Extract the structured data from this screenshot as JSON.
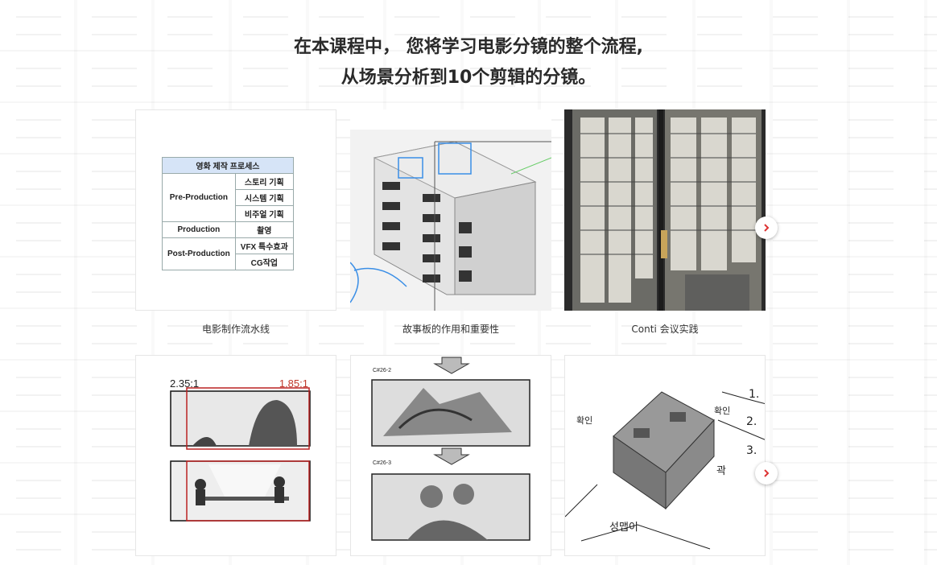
{
  "headline": {
    "line1": "在本课程中， 您将学习电影分镜的整个流程,",
    "line2": "从场景分析到10个剪辑的分镜。"
  },
  "cards_row1": [
    {
      "caption": "电影制作流水线"
    },
    {
      "caption": "故事板的作用和重要性"
    },
    {
      "caption": "Conti 会议实践"
    }
  ],
  "production_table": {
    "header": "영화 제작 프로세스",
    "pre_production": "Pre-Production",
    "pre_items": [
      "스토리 기획",
      "시스템 기획",
      "비주얼 기획"
    ],
    "production": "Production",
    "production_item": "촬영",
    "post_production": "Post-Production",
    "post_items": [
      "VFX 특수효과",
      "CG작업"
    ]
  },
  "aspect_card": {
    "ratio_left": "2.35:1",
    "ratio_right": "1.85:1"
  },
  "storyboard_card": {
    "cut1": "C#26-2",
    "cut2": "C#26-3"
  },
  "sketch_card": {
    "notes": [
      "1.",
      "2.",
      "3.",
      "곽",
      "성맵이",
      "확인",
      "확인"
    ]
  },
  "colors": {
    "accent_red": "#c0392b",
    "table_header": "#d6e4f7"
  }
}
